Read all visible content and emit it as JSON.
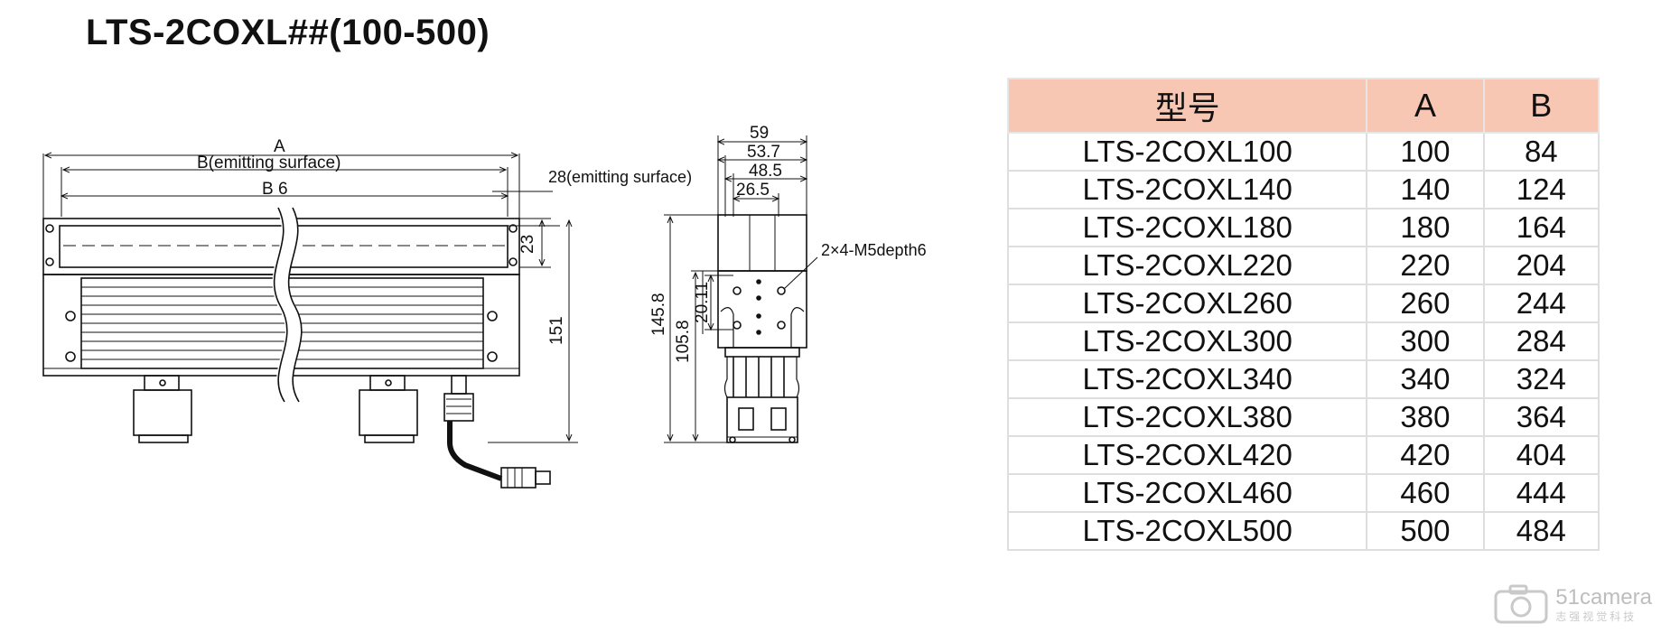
{
  "title": "LTS-2COXL##(100-500)",
  "front_view": {
    "dim_a": "A",
    "dim_b_emitting": "B(emitting surface)",
    "dim_b6": "B 6",
    "dim_emitting_height": "28(emitting surface)",
    "dim_23": "23",
    "dim_151": "151"
  },
  "side_view": {
    "dim_59": "59",
    "dim_53_7": "53.7",
    "dim_48_5": "48.5",
    "dim_26_5": "26.5",
    "dim_145_8": "145.8",
    "dim_105_8": "105.8",
    "dim_20_11": "20.11",
    "hole_note": "2×4-M5depth6"
  },
  "table": {
    "headers": [
      "型号",
      "A",
      "B"
    ],
    "rows": [
      [
        "LTS-2COXL100",
        "100",
        "84"
      ],
      [
        "LTS-2COXL140",
        "140",
        "124"
      ],
      [
        "LTS-2COXL180",
        "180",
        "164"
      ],
      [
        "LTS-2COXL220",
        "220",
        "204"
      ],
      [
        "LTS-2COXL260",
        "260",
        "244"
      ],
      [
        "LTS-2COXL300",
        "300",
        "284"
      ],
      [
        "LTS-2COXL340",
        "340",
        "324"
      ],
      [
        "LTS-2COXL380",
        "380",
        "364"
      ],
      [
        "LTS-2COXL420",
        "420",
        "404"
      ],
      [
        "LTS-2COXL460",
        "460",
        "444"
      ],
      [
        "LTS-2COXL500",
        "500",
        "484"
      ]
    ]
  },
  "watermark": {
    "main": "51camera",
    "sub": "志强视觉科技"
  },
  "colors": {
    "header_bg": "#f8c7b4",
    "line": "#111111"
  }
}
